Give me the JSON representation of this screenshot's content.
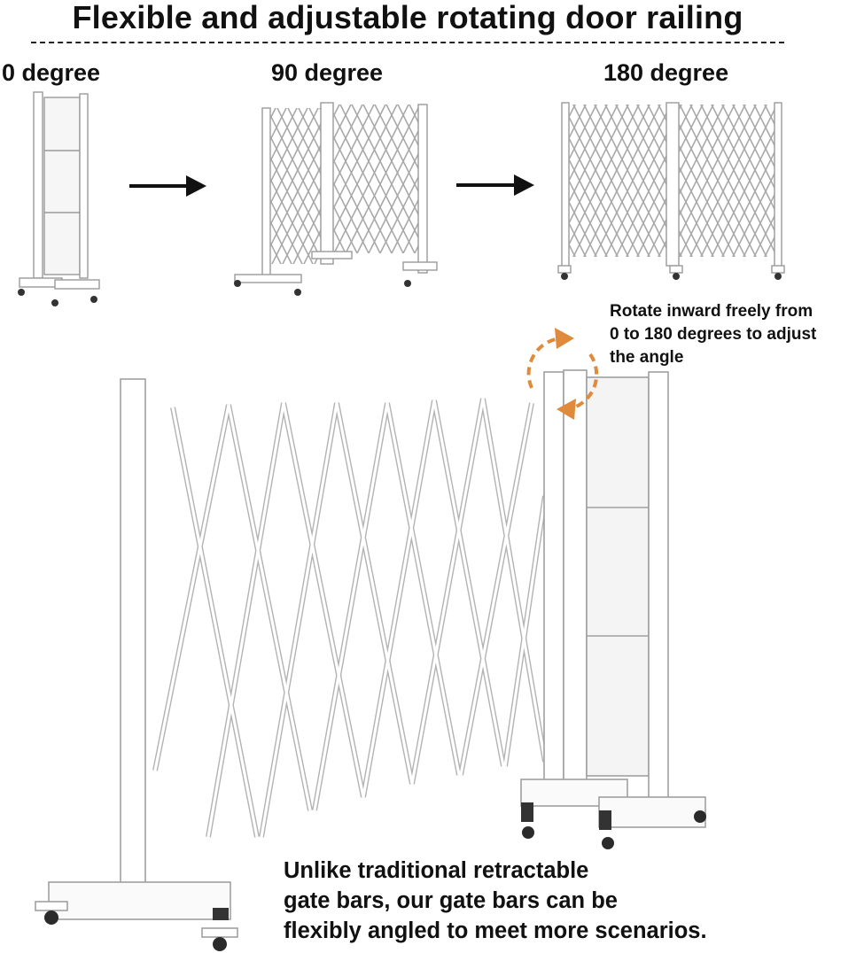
{
  "title": "Flexible and adjustable rotating door railing",
  "stages": [
    {
      "label": "0 degree"
    },
    {
      "label": "90 degree"
    },
    {
      "label": "180 degree"
    }
  ],
  "rotate_note": {
    "lines": [
      "Rotate inward freely from",
      "0 to 180 degrees to adjust",
      "the angle"
    ]
  },
  "caption": {
    "lines": [
      "Unlike traditional retractable",
      "gate bars, our gate bars can be",
      "flexibly angled to meet more scenarios."
    ]
  },
  "colors": {
    "text": "#111111",
    "accent": "#e08a3c",
    "frame": "#ffffff",
    "outline": "#9a9a9a"
  },
  "icons": [
    "arrow-right-icon",
    "rotate-arrows-icon",
    "wheel-icon"
  ]
}
